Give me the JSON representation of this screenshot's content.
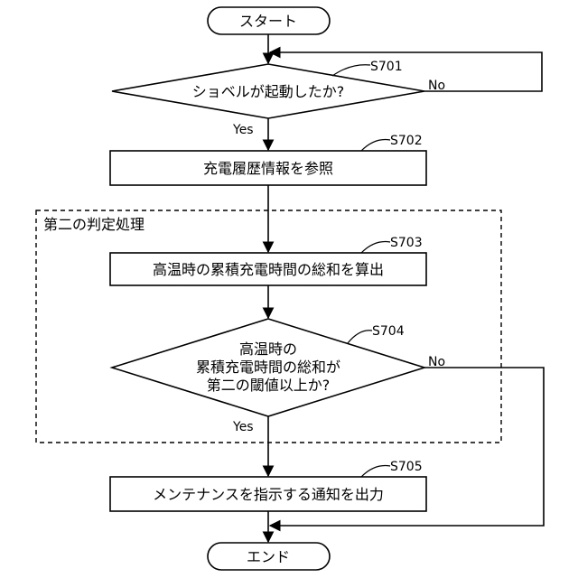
{
  "nodes": {
    "start": {
      "label": "スタート"
    },
    "s701": {
      "id": "S701",
      "label": "ショベルが起動したか?"
    },
    "s702": {
      "id": "S702",
      "label": "充電履歴情報を参照"
    },
    "group": {
      "label": "第二の判定処理"
    },
    "s703": {
      "id": "S703",
      "label": "高温時の累積充電時間の総和を算出"
    },
    "s704": {
      "id": "S704",
      "label_lines": [
        "高温時の",
        "累積充電時間の総和が",
        "第二の閾値以上か?"
      ]
    },
    "s705": {
      "id": "S705",
      "label": "メンテナンスを指示する通知を出力"
    },
    "end": {
      "label": "エンド"
    }
  },
  "edges": {
    "yes": "Yes",
    "no": "No"
  }
}
